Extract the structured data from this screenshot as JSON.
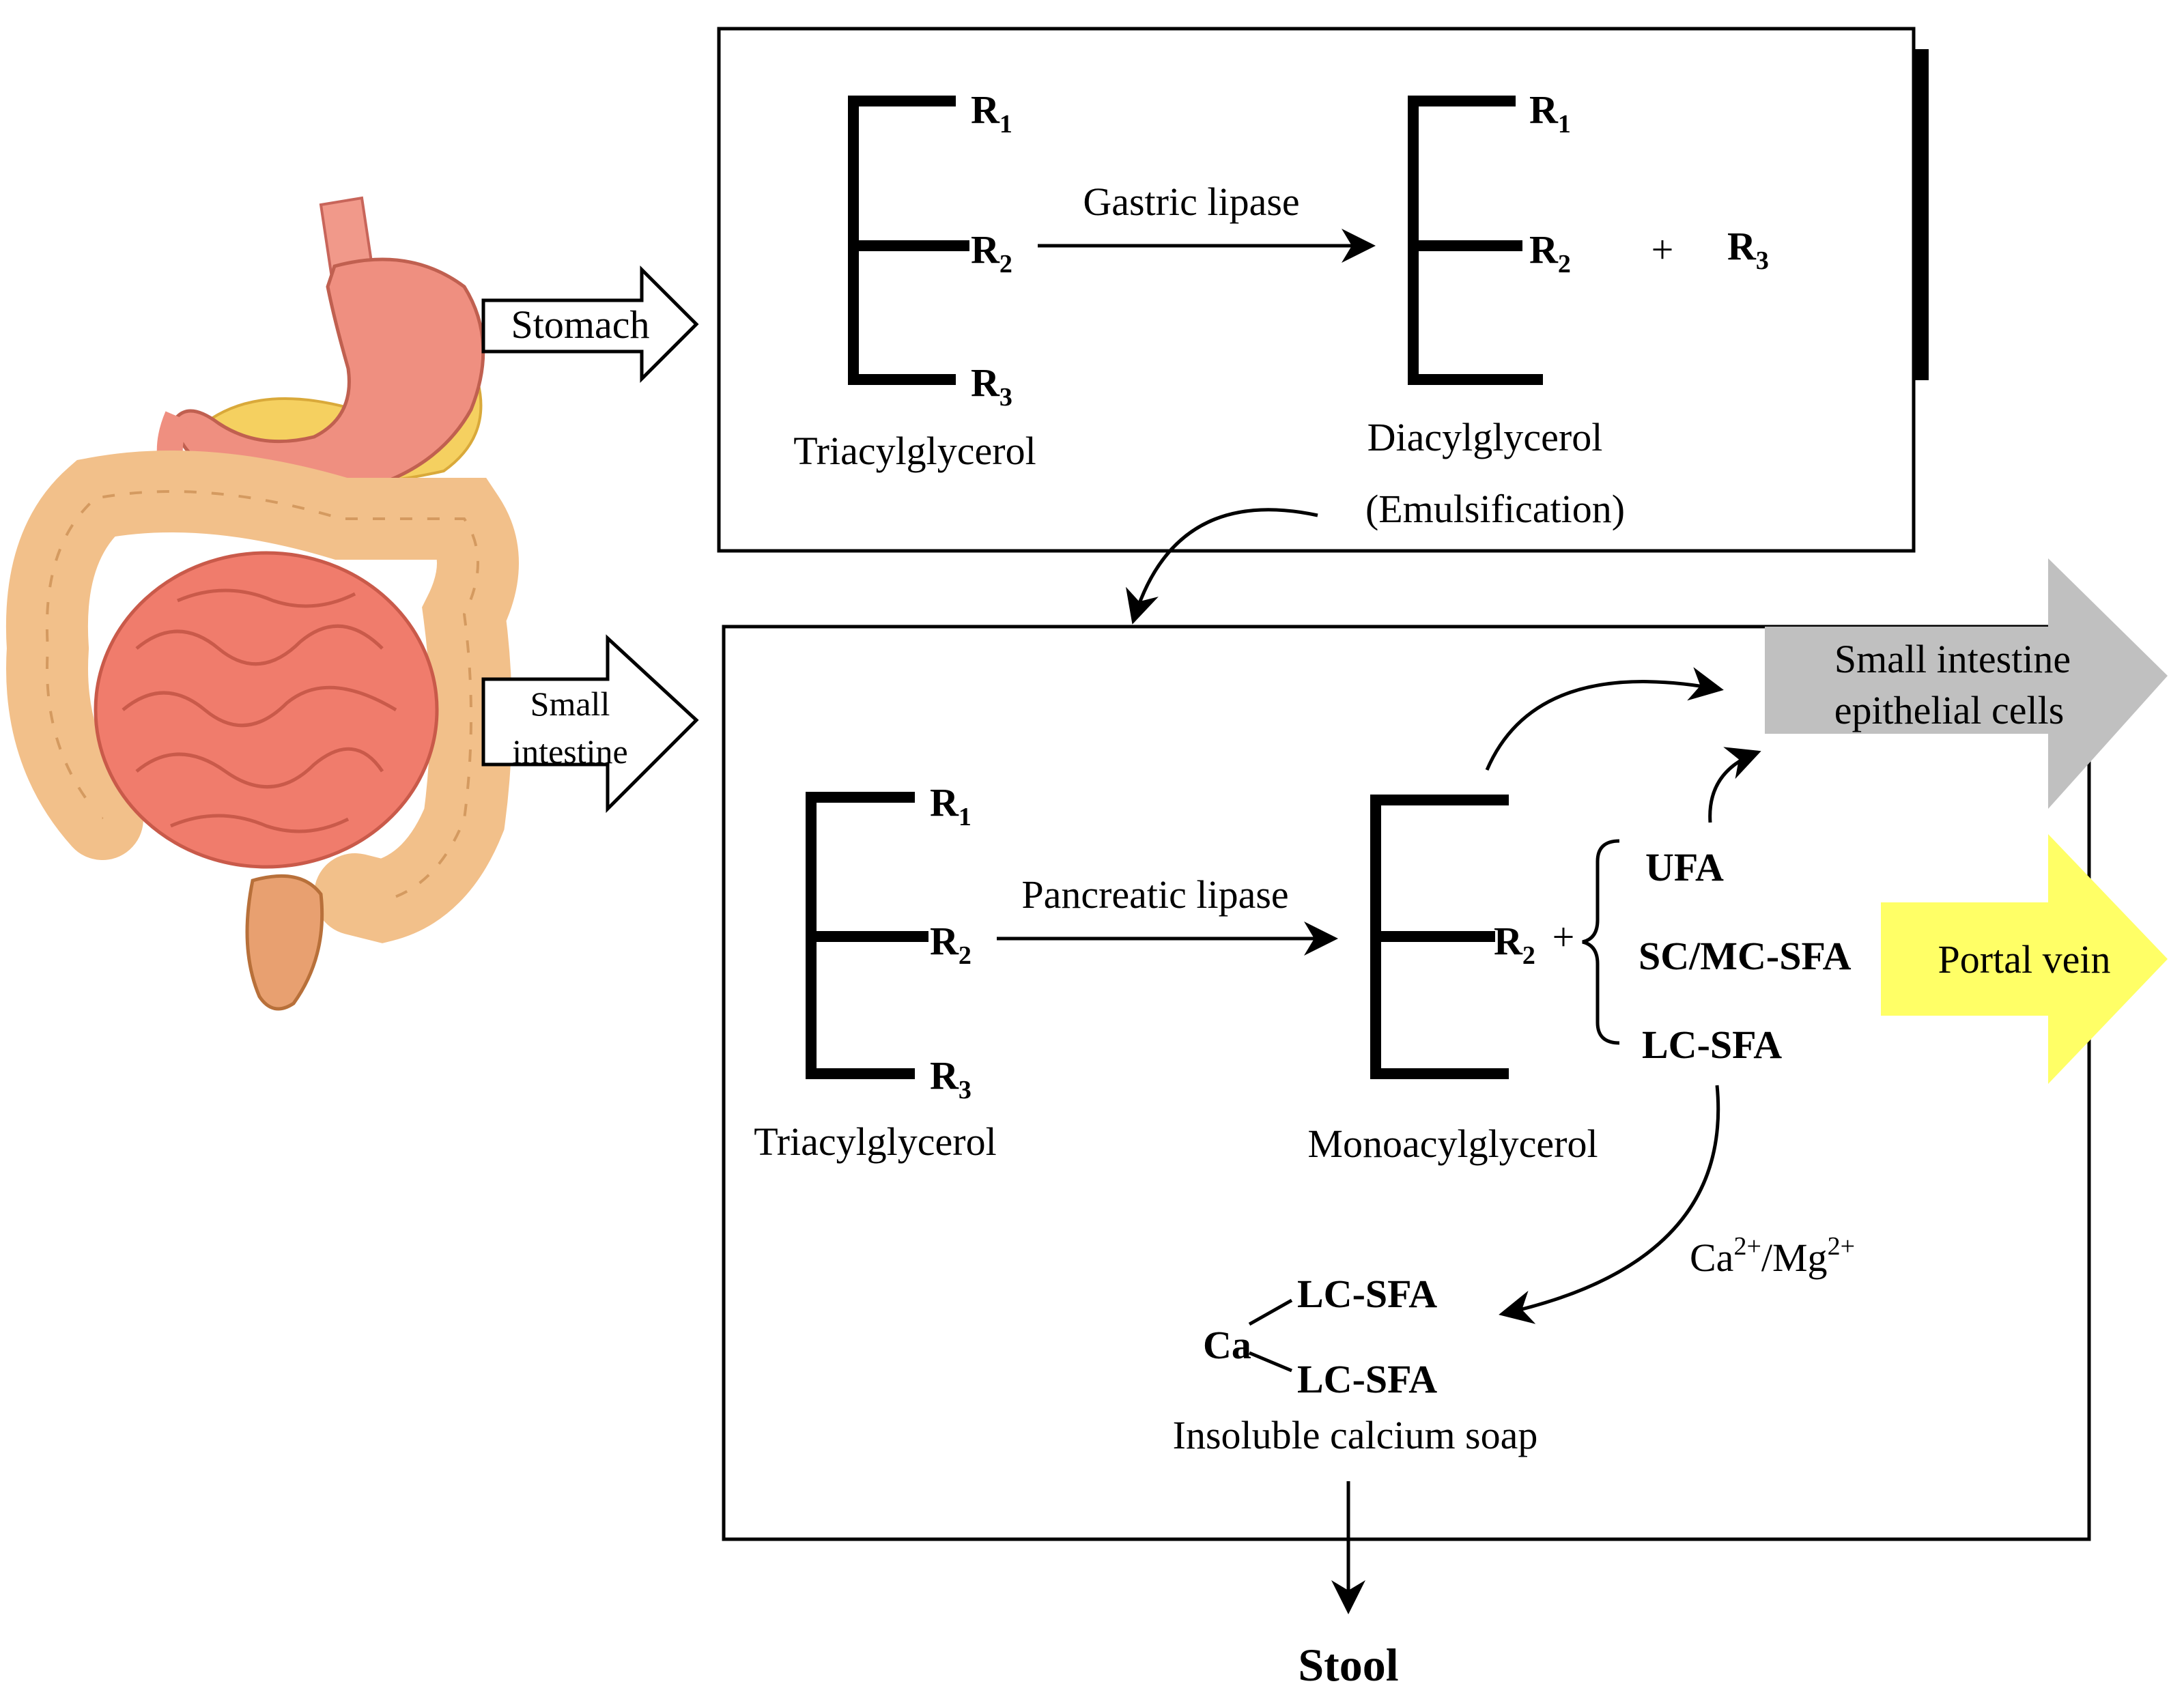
{
  "organs": {
    "stomach_arrow_label": "Stomach",
    "small_intestine_arrow_label_line1": "Small",
    "small_intestine_arrow_label_line2": "intestine"
  },
  "stomach_box": {
    "r1": "R",
    "r1_sub": "1",
    "r2": "R",
    "r2_sub": "2",
    "r3": "R",
    "r3_sub": "3",
    "enzyme": "Gastric lipase",
    "reactant": "Triacylglycerol",
    "product": "Diacylglycerol",
    "plus": "+",
    "product_r1": "R",
    "product_r1_sub": "1",
    "product_r2": "R",
    "product_r2_sub": "2",
    "released": "R",
    "released_sub": "3",
    "note": "(Emulsification)"
  },
  "intestine_box": {
    "r1": "R",
    "r1_sub": "1",
    "r2": "R",
    "r2_sub": "2",
    "r3": "R",
    "r3_sub": "3",
    "enzyme": "Pancreatic lipase",
    "reactant": "Triacylglycerol",
    "product": "Monoacylglycerol",
    "product_r2": "R",
    "product_r2_sub": "2",
    "plus": "+",
    "ufa": "UFA",
    "scmc_sfa": "SC/MC-SFA",
    "lc_sfa": "LC-SFA",
    "epithelial_line1": "Small intestine",
    "epithelial_line2": "epithelial cells",
    "portal_vein": "Portal vein",
    "ions_ca": "Ca",
    "ions_ca_sup": "2+",
    "ions_sep": "/Mg",
    "ions_mg_sup": "2+",
    "soap_metal": "Ca",
    "soap_chain1": "LC-SFA",
    "soap_chain2": "LC-SFA",
    "soap_label": "Insoluble calcium soap"
  },
  "output": "Stool",
  "colors": {
    "scmc_sfa": "#c8501a",
    "lc_sfa": "#1b4d4d",
    "calcium": "#1a1aee",
    "epithelial_arrow": "#c0c0c0",
    "portal_arrow": "#ffff66",
    "intestine_pink": "#f07c6c",
    "colon_tan": "#f2c08a",
    "stomach_pink": "#ef8f80",
    "fat_yellow": "#f5d060"
  }
}
